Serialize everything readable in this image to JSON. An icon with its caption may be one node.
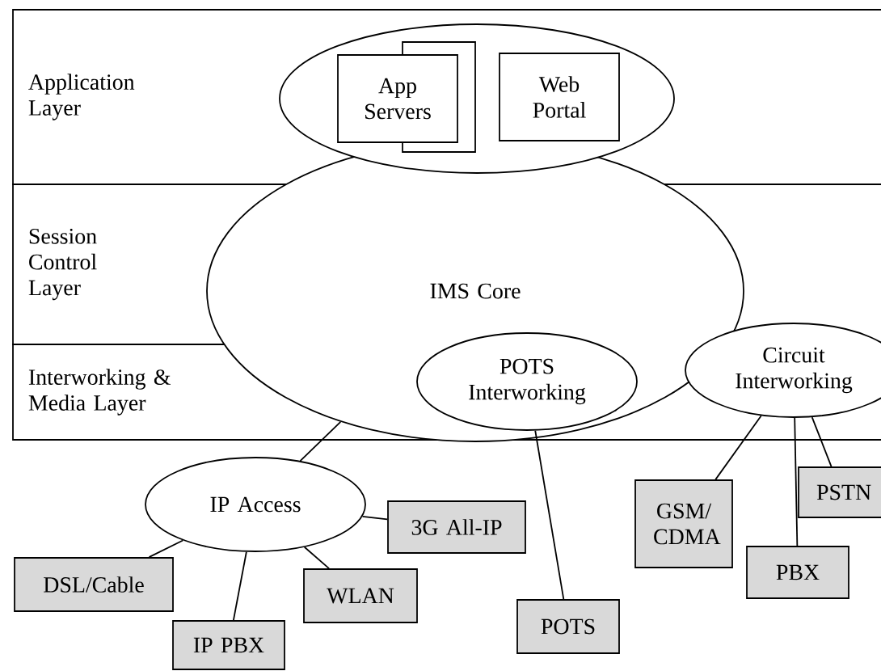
{
  "diagram": {
    "nodes": [
      {
        "text": [],
        "shape": "ellipse"
      },
      {
        "text": [
          "App Servers"
        ],
        "in": 0
      },
      {
        "text": [
          "Web Portal"
        ],
        "in": 0
      },
      {
        "text": [
          "IMS Core"
        ]
      },
      {
        "text": [
          "POTS Interworking"
        ],
        "in": 3
      },
      {
        "text": [
          "Circuit Interworking"
        ]
      },
      {
        "text": [
          "IP Access"
        ]
      },
      {
        "text": [
          "3G All-IP"
        ]
      },
      {
        "text": [
          "DSL/Cable"
        ]
      },
      {
        "text": [
          "WLAN"
        ]
      },
      {
        "text": [
          "IP PBX"
        ]
      },
      {
        "text": [
          "POTS"
        ]
      },
      {
        "text": [
          "GSM/ CDMA"
        ]
      },
      {
        "text": [
          "PBX"
        ]
      },
      {
        "text": [
          "PSTN"
        ]
      }
    ],
    "edges": [
      {
        "from": 3,
        "to": 6,
        "arrow": "none"
      },
      {
        "from": 6,
        "to": 7,
        "arrow": "none"
      },
      {
        "from": 6,
        "to": 8,
        "arrow": "none"
      },
      {
        "from": 6,
        "to": 10,
        "arrow": "none"
      },
      {
        "from": 6,
        "to": 9,
        "arrow": "none"
      },
      {
        "from": 4,
        "to": 11,
        "arrow": "none"
      },
      {
        "from": 5,
        "to": 12,
        "arrow": "none"
      },
      {
        "from": 5,
        "to": 13,
        "arrow": "none"
      },
      {
        "from": 5,
        "to": 14,
        "arrow": "none"
      }
    ],
    "labels": [
      "Application Layer",
      "Session Control Layer",
      "Interworking & Media Layer"
    ]
  }
}
